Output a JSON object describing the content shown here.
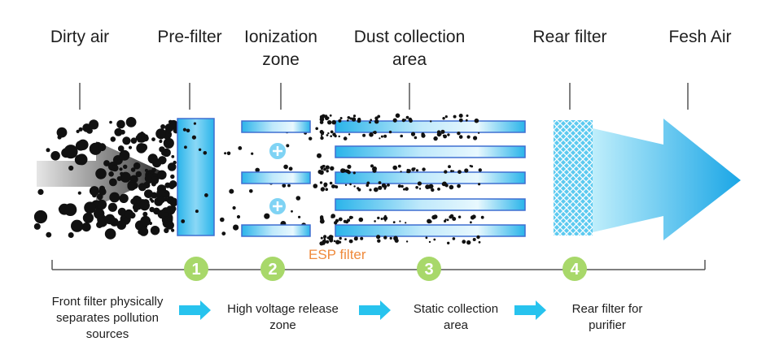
{
  "stages": [
    {
      "label": "Dirty air"
    },
    {
      "label": "Pre-filter"
    },
    {
      "label": "Ionization\nzone"
    },
    {
      "label": "Dust collection\narea"
    },
    {
      "label": "Rear filter"
    },
    {
      "label": "Fesh Air"
    }
  ],
  "esp_label": "ESP filter",
  "markers": [
    "1",
    "2",
    "3",
    "4"
  ],
  "descriptions": [
    {
      "text": "Front filter physically\nseparates pollution\nsources"
    },
    {
      "text": "High voltage release\nzone"
    },
    {
      "text": "Static collection\narea"
    },
    {
      "text": "Rear filter for\npurifier"
    }
  ],
  "colors": {
    "blue": "#2ab4ea",
    "light_blue": "#bfe9fb",
    "frame_blue": "#3f6fd1",
    "green": "#a8d86a",
    "orange": "#ef8a3c",
    "arrow_blue": "#27c3ee",
    "dark": "#1e1e1e"
  }
}
